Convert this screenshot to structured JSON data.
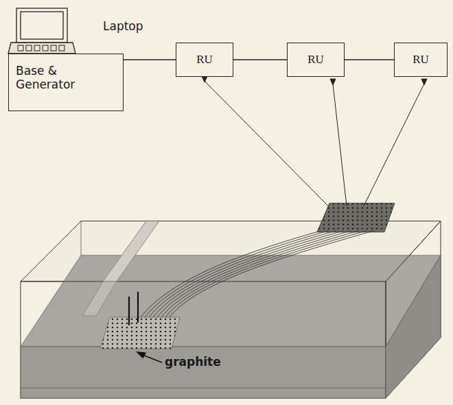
{
  "diagram": {
    "nodes": [
      {
        "text": [
          "Base & Generator"
        ]
      },
      {
        "text": [
          "RU"
        ]
      },
      {
        "text": [
          "RU"
        ]
      },
      {
        "text": [
          "RU"
        ]
      }
    ],
    "edges": [
      {
        "from": 0,
        "to": 1,
        "arrow": "none"
      },
      {
        "from": 1,
        "to": 2,
        "arrow": "none"
      },
      {
        "from": 2,
        "to": 3,
        "arrow": "none"
      }
    ],
    "labels": [
      "Laptop",
      "graphite"
    ]
  }
}
